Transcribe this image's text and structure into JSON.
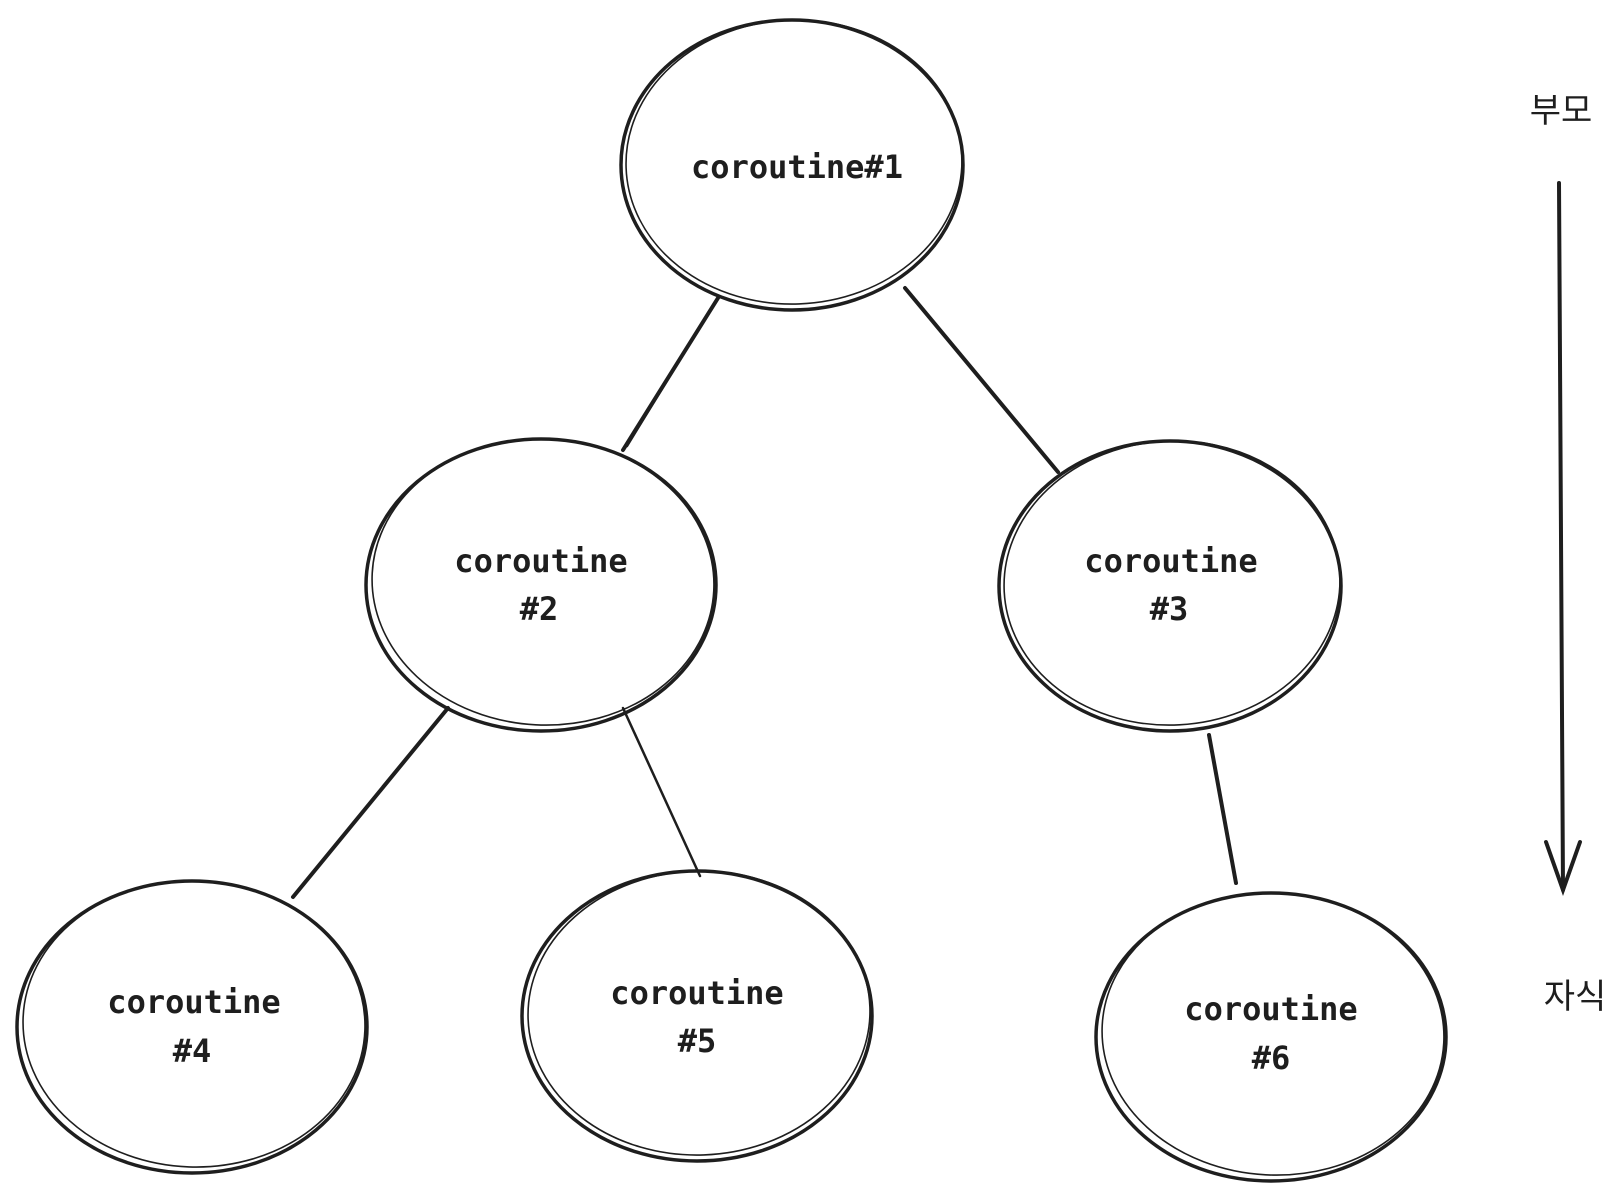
{
  "nodes": [
    {
      "id": "n1",
      "lines": [
        "coroutine#1"
      ]
    },
    {
      "id": "n2",
      "lines": [
        "coroutine",
        "#2"
      ]
    },
    {
      "id": "n3",
      "lines": [
        "coroutine",
        "#3"
      ]
    },
    {
      "id": "n4",
      "lines": [
        "coroutine",
        "#4"
      ]
    },
    {
      "id": "n5",
      "lines": [
        "coroutine",
        "#5"
      ]
    },
    {
      "id": "n6",
      "lines": [
        "coroutine",
        "#6"
      ]
    }
  ],
  "edges": [
    {
      "from": "n1",
      "to": "n2"
    },
    {
      "from": "n1",
      "to": "n3"
    },
    {
      "from": "n2",
      "to": "n4"
    },
    {
      "from": "n2",
      "to": "n5"
    },
    {
      "from": "n3",
      "to": "n6"
    }
  ],
  "hierarchy": {
    "top_label": "부모",
    "bottom_label": "자식"
  },
  "colors": {
    "stroke": "#1e1e1e",
    "background": "#ffffff"
  }
}
